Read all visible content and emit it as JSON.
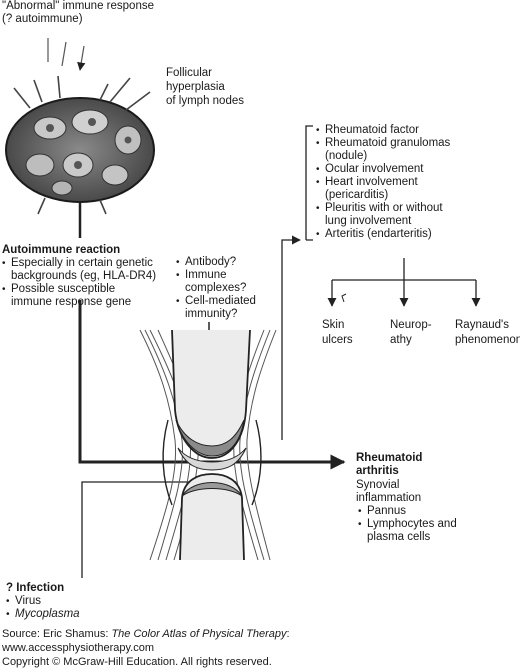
{
  "top_label": [
    "\"Abnormal\" immune response",
    "(? autoimmune)"
  ],
  "lymph_label": [
    "Follicular",
    "hyperplasia",
    "of lymph nodes"
  ],
  "autoimmune": {
    "heading": "Autoimmune reaction",
    "items": [
      "Especially in certain genetic\nbackgrounds (eg, HLA-DR4)",
      "Possible susceptible\nimmune response gene"
    ]
  },
  "mechanisms": [
    "Antibody?",
    "Immune\ncomplexes?",
    "Cell-mediated\nimmunity?"
  ],
  "systemic": [
    "Rheumatoid factor",
    "Rheumatoid granulomas\n(nodule)",
    "Ocular involvement",
    "Heart involvement\n(pericarditis)",
    "Pleuritis with or without\nlung involvement",
    "Arteritis (endarteritis)"
  ],
  "outcomes": [
    {
      "line1": "Skin",
      "line2": "ulcers"
    },
    {
      "line1": "Neurop-",
      "line2": "athy"
    },
    {
      "line1": "Raynaud's",
      "line2": "phenomenon"
    }
  ],
  "ra": {
    "title": [
      "Rheumatoid",
      "arthritis"
    ],
    "sub": [
      "Synovial",
      "inflammation"
    ],
    "items": [
      "Pannus",
      "Lymphocytes and\nplasma cells"
    ]
  },
  "infection": {
    "heading": "? Infection",
    "items": [
      "Virus",
      "Mycoplasma"
    ]
  },
  "footer": {
    "source_prefix": "Source: Eric Shamus: ",
    "source_title": "The Color Atlas of Physical Therapy",
    "source_suffix": ":",
    "url": "www.accessphysiotherapy.com",
    "copyright": "Copyright © McGraw-Hill Education. All rights reserved."
  }
}
